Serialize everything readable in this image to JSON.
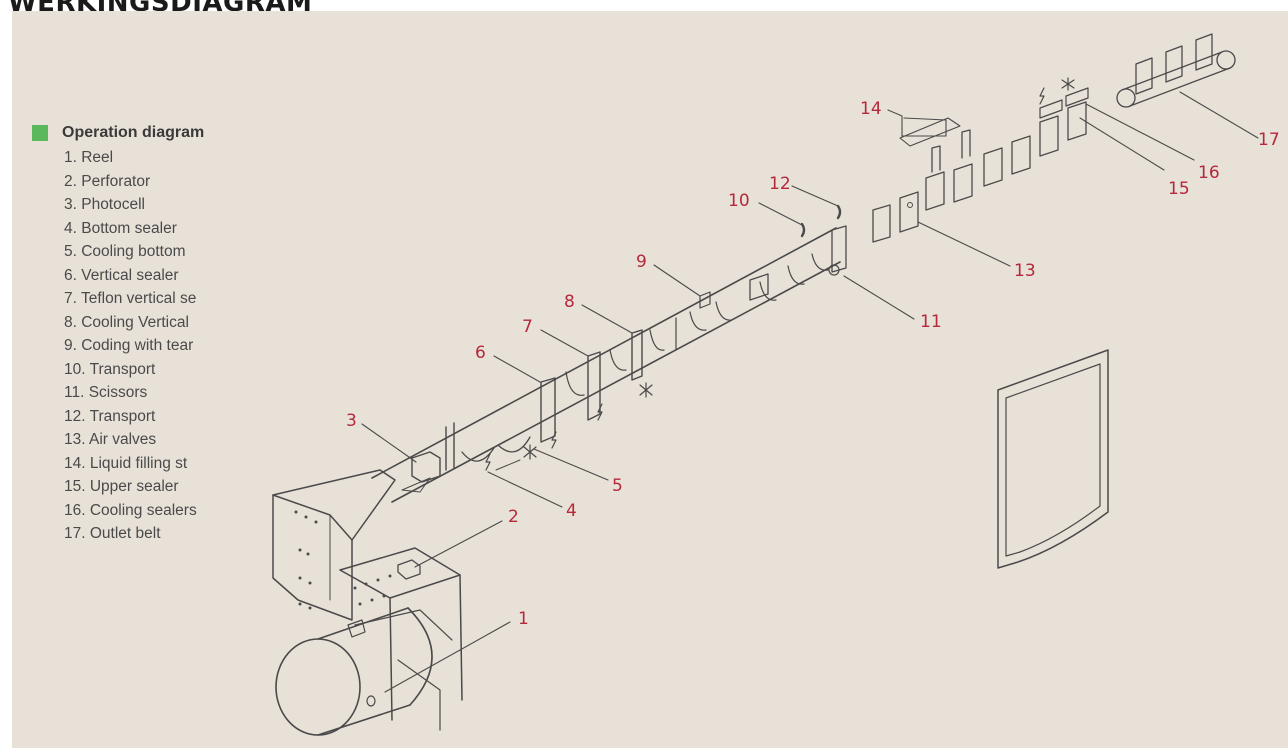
{
  "page_heading": "WERKINGSDIAGRAM",
  "colors": {
    "panel_background": "#e8e1d8",
    "legend_swatch": "#5cb85c",
    "callout_number": "#b5283a",
    "line_art": "#4a4a4a"
  },
  "legend": {
    "title": "Operation diagram",
    "items": [
      "1. Reel",
      "2. Perforator",
      "3. Photocell",
      "4. Bottom sealer",
      "5. Cooling bottom",
      "6. Vertical sealer",
      "7. Teflon vertical se",
      "8. Cooling Vertical",
      "9. Coding with tear",
      "10. Transport",
      "11. Scissors",
      "12. Transport",
      "13. Air valves",
      "14. Liquid filling st",
      "15. Upper sealer",
      "16. Cooling sealers",
      "17. Outlet belt"
    ]
  },
  "diagram": {
    "callouts": [
      "1",
      "2",
      "3",
      "4",
      "5",
      "6",
      "7",
      "8",
      "9",
      "10",
      "11",
      "12",
      "13",
      "14",
      "15",
      "16",
      "17"
    ]
  }
}
